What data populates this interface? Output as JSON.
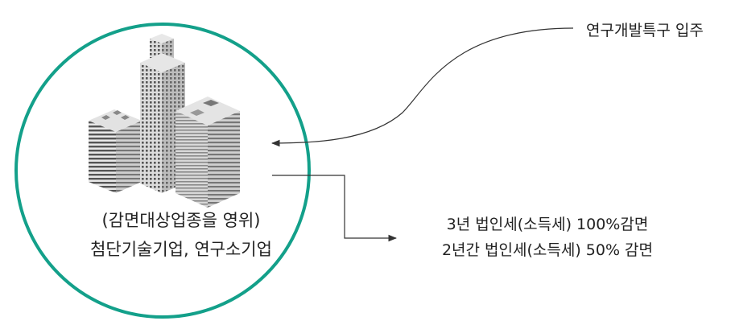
{
  "diagram": {
    "circle_caption": {
      "line1": "(감면대상업종을 영위)",
      "line2": "첨단기술기업, 연구소기업"
    },
    "top_label": "연구개발특구 입주",
    "benefits": {
      "line1": "3년 법인세(소득세) 100%감면",
      "line2": "2년간 법인세(소득세) 50% 감면"
    },
    "colors": {
      "circle_stroke": "#13a08a",
      "line": "#333333",
      "building_light": "#d9d9d9",
      "building_mid": "#9a9a9a",
      "building_dark": "#4d4d4d"
    },
    "icon": "office-buildings-icon"
  }
}
